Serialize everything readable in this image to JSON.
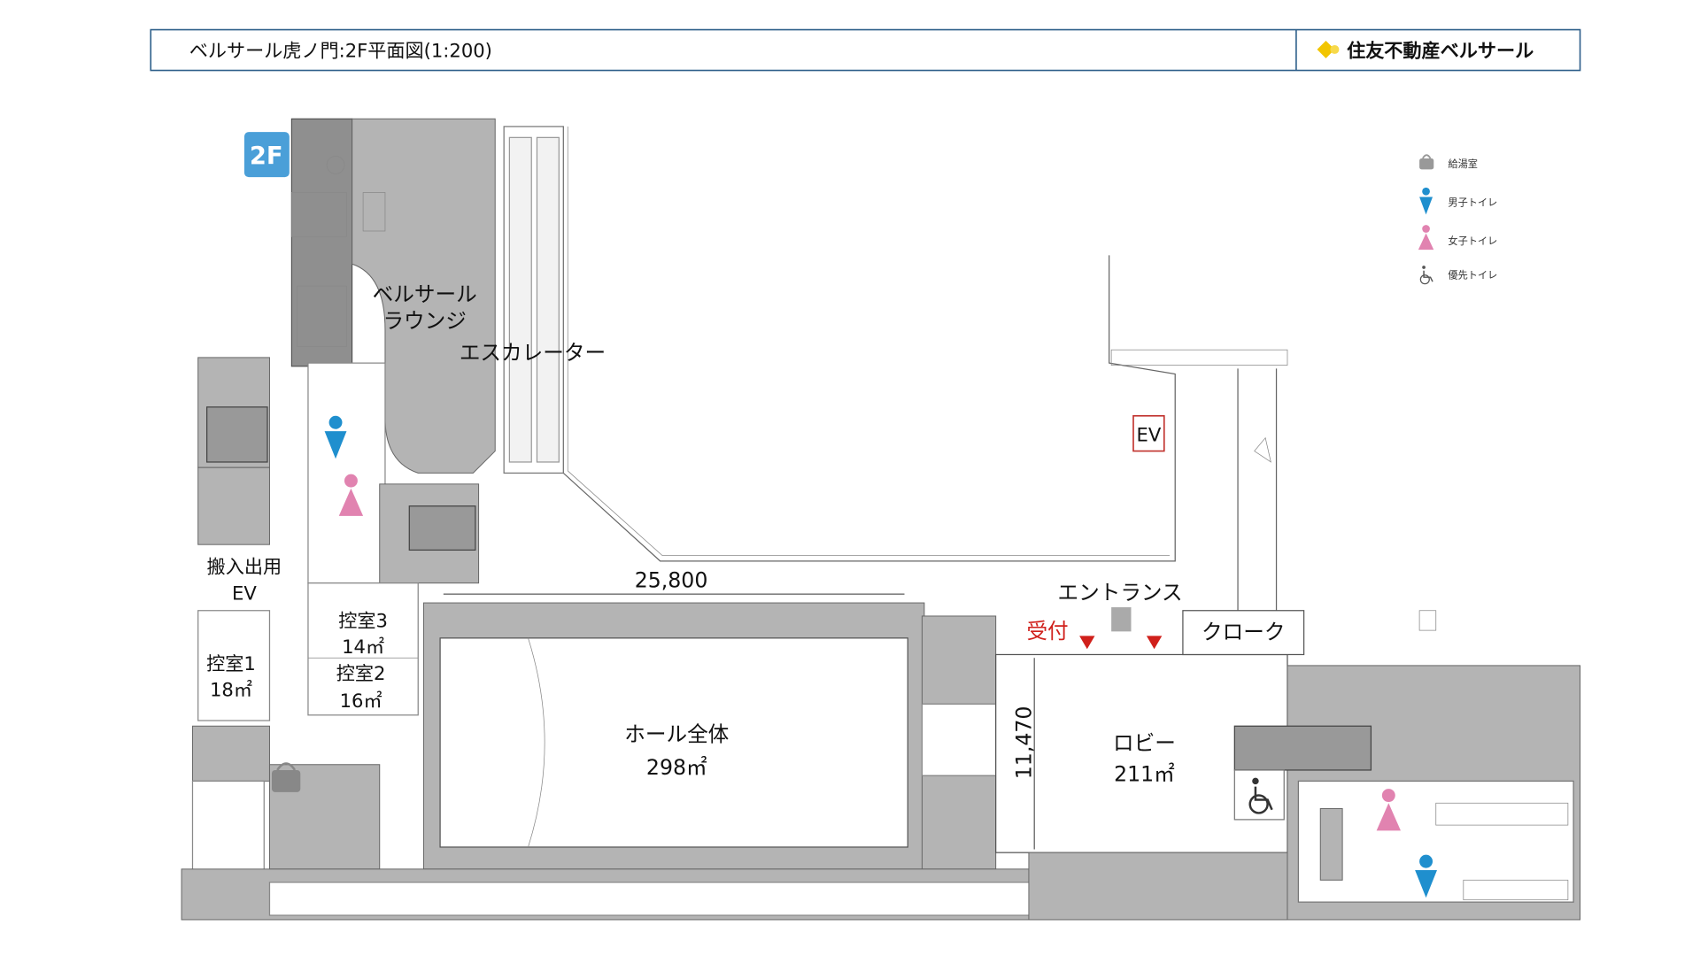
{
  "header": {
    "title": "ベルサール虎ノ門:2F平面図(1:200)",
    "brand": "住友不動産ベルサール"
  },
  "floor_badge": "2F",
  "legend": [
    {
      "icon": "kettle-icon",
      "label": "給湯室"
    },
    {
      "icon": "male-toilet-icon",
      "label": "男子トイレ"
    },
    {
      "icon": "female-toilet-icon",
      "label": "女子トイレ"
    },
    {
      "icon": "accessible-toilet-icon",
      "label": "優先トイレ"
    }
  ],
  "rooms": {
    "lounge_line1": "ベルサール",
    "lounge_line2": "ラウンジ",
    "escalator": "エスカレーター",
    "ev": "EV",
    "entrance": "エントランス",
    "reception": "受付",
    "cloak": "クローク",
    "hall_name": "ホール全体",
    "hall_area": "298㎡",
    "lobby_name": "ロビー",
    "lobby_area": "211㎡",
    "freight_line1": "搬入出用",
    "freight_line2": "EV",
    "waiting3_name": "控室3",
    "waiting3_area": "14㎡",
    "waiting2_name": "控室2",
    "waiting2_area": "16㎡",
    "waiting1_name": "控室1",
    "waiting1_area": "18㎡"
  },
  "dimensions": {
    "width": "25,800",
    "depth": "11,470"
  },
  "colors": {
    "header_border": "#2e5f8a",
    "badge": "#4a9fd8",
    "male": "#1f8fce",
    "female": "#e183b0",
    "reception": "#d0201b",
    "brand_logo": "#f2c500"
  }
}
